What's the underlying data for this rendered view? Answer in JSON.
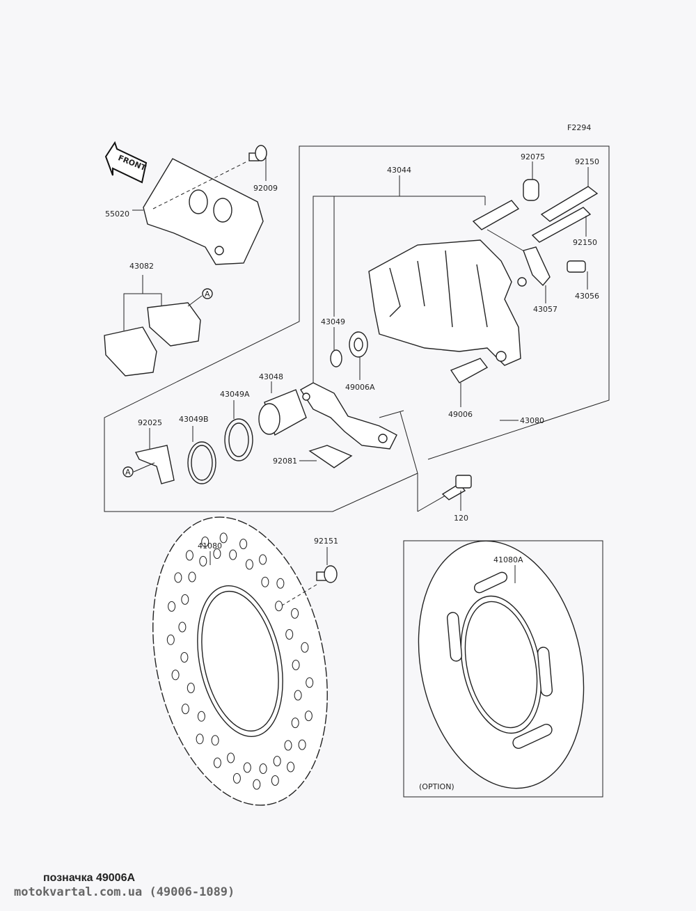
{
  "diagram": {
    "figure_code": "F2294",
    "front_marker": "FRONT",
    "reference_mark": "A",
    "option_label": "(OPTION)",
    "parts": {
      "p43044": "43044",
      "p92075": "92075",
      "p92150a": "92150",
      "p92150b": "92150",
      "p92009": "92009",
      "p55020": "55020",
      "p43082": "43082",
      "p43049": "43049",
      "p43057": "43057",
      "p43056": "43056",
      "p49006A": "49006A",
      "p43048": "43048",
      "p43049A": "43049A",
      "p92025": "92025",
      "p43049B": "43049B",
      "p49006": "49006",
      "p43080": "43080",
      "p92081": "92081",
      "p120": "120",
      "p41080": "41080",
      "p92151": "92151",
      "p41080A": "41080A"
    }
  },
  "footer": {
    "caption": "позначка 49006A",
    "site": "motokvartal.com.ua (49006-1089)"
  }
}
